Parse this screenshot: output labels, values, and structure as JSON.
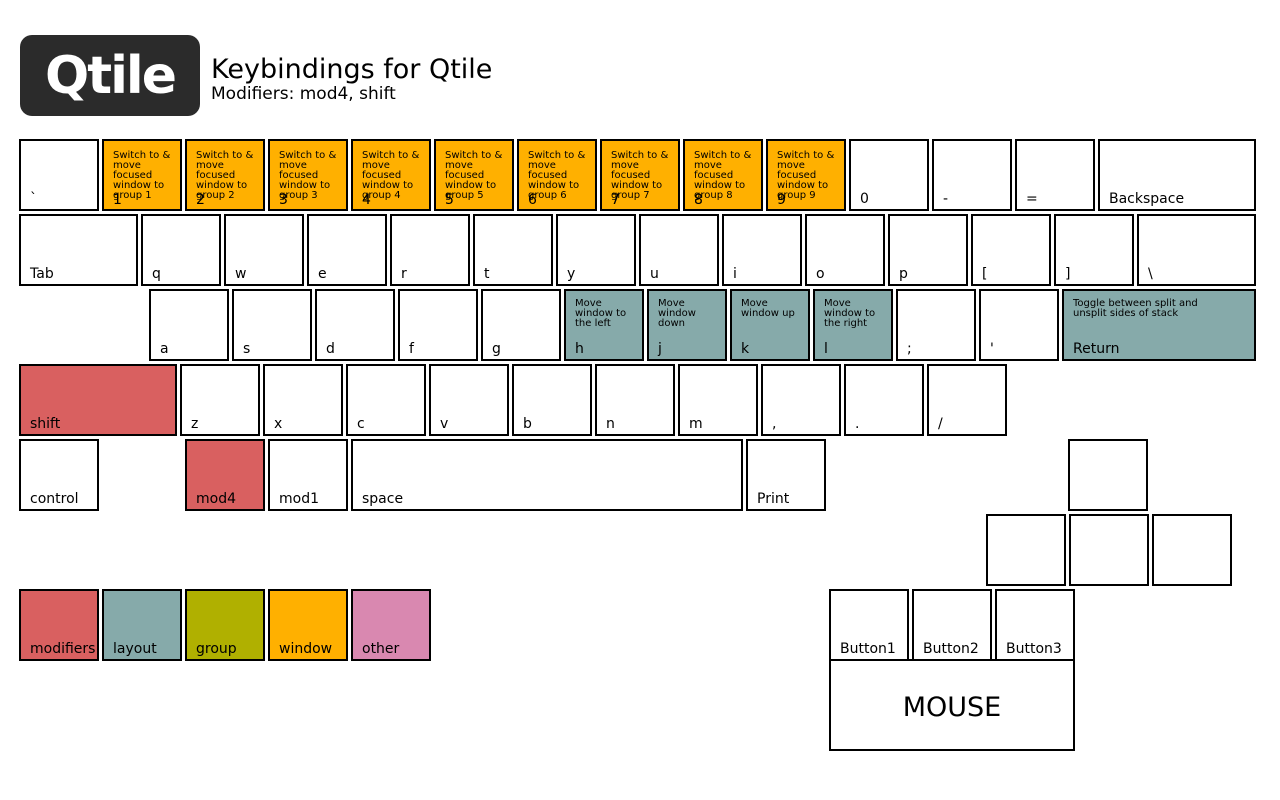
{
  "header": {
    "logo_text": "Qtile",
    "title": "Keybindings for Qtile",
    "subtitle": "Modifiers: mod4, shift"
  },
  "colors": {
    "modifier": "#d96060",
    "layout": "#86aaaa",
    "group": "#b0b000",
    "window": "#ffb000",
    "other": "#d988b0"
  },
  "keys": {
    "backtick": "`",
    "k1": "1",
    "k2": "2",
    "k3": "3",
    "k4": "4",
    "k5": "5",
    "k6": "6",
    "k7": "7",
    "k8": "8",
    "k9": "9",
    "k0": "0",
    "minus": "-",
    "equals": "=",
    "backspace": "Backspace",
    "tab": "Tab",
    "q": "q",
    "w": "w",
    "e": "e",
    "r": "r",
    "t": "t",
    "y": "y",
    "u": "u",
    "i": "i",
    "o": "o",
    "p": "p",
    "lbracket": "[",
    "rbracket": "]",
    "backslash": "\\",
    "a": "a",
    "s": "s",
    "d": "d",
    "f": "f",
    "g": "g",
    "h": "h",
    "j": "j",
    "k": "k",
    "l": "l",
    "semicolon": ";",
    "quote": "'",
    "return": "Return",
    "shift": "shift",
    "z": "z",
    "x": "x",
    "c": "c",
    "v": "v",
    "b": "b",
    "n": "n",
    "m": "m",
    "comma": ",",
    "period": ".",
    "slash": "/",
    "control": "control",
    "mod4": "mod4",
    "mod1": "mod1",
    "space": "space",
    "print": "Print",
    "arrow_up": "",
    "arrow_left": "",
    "arrow_down": "",
    "arrow_right": ""
  },
  "descriptions": {
    "group_switch": "Switch to & move focused window to group",
    "group1": "Switch to & move focused window to group 1",
    "group2": "Switch to & move focused window to group 2",
    "group3": "Switch to & move focused window to group 3",
    "group4": "Switch to & move focused window to group 4",
    "group5": "Switch to & move focused window to group 5",
    "group6": "Switch to & move focused window to group 6",
    "group7": "Switch to & move focused window to group 7",
    "group8": "Switch to & move focused window to group 8",
    "group9": "Switch to & move focused window to group 9",
    "h": "Move window to the left",
    "j": "Move window down",
    "k": "Move window up",
    "l": "Move window to the right",
    "return": "Toggle between split and unsplit sides of stack"
  },
  "legend": {
    "modifiers": "modifiers",
    "layout": "layout",
    "group": "group",
    "window": "window",
    "other": "other"
  },
  "mouse": {
    "button1": "Button1",
    "button2": "Button2",
    "button3": "Button3",
    "label": "MOUSE"
  }
}
